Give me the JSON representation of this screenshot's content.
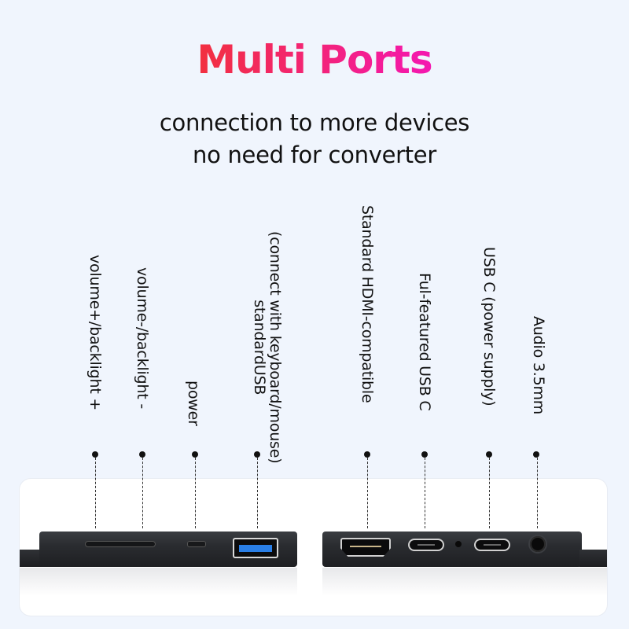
{
  "header": {
    "title": "Multi Ports",
    "title_gradient": [
      "#f2303f",
      "#f417b1"
    ],
    "subtitle_line1": "connection to more devices",
    "subtitle_line2": "no need for converter"
  },
  "callouts": [
    {
      "id": "volume-up",
      "label": "volume+/backlight +"
    },
    {
      "id": "volume-down",
      "label": "volume-/backlight -"
    },
    {
      "id": "power",
      "label": "power"
    },
    {
      "id": "standard-usb",
      "label_line1": "(connect with keyboard/mouse)",
      "label_line2": "standardUSB"
    },
    {
      "id": "hdmi",
      "label": "Standard HDMI-compatible"
    },
    {
      "id": "full-usb-c",
      "label": "Ful-featured USB C"
    },
    {
      "id": "usb-c-power",
      "label": "USB C (power supply)"
    },
    {
      "id": "audio",
      "label": "Audio 3.5mm"
    }
  ],
  "device": {
    "left_ports": [
      "volume rocker slot",
      "power button",
      "USB-A port"
    ],
    "right_ports": [
      "HDMI port",
      "USB-C port",
      "pinhole",
      "USB-C port",
      "3.5mm audio jack"
    ],
    "usb_accent": "#2a7fe6"
  }
}
